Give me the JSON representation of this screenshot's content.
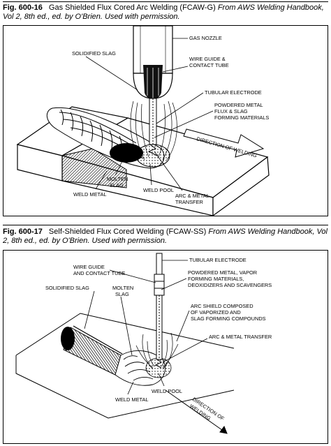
{
  "fig1": {
    "number": "Fig. 600-16",
    "title": "Gas Shielded Flux Cored Arc Welding (FCAW-G)",
    "source": "From AWS Welding Handbook, Vol 2, 8th ed., ed. by O'Brien. Used with permission.",
    "labels": {
      "gas_nozzle": "GAS NOZZLE",
      "wire_guide_1": "WIRE GUIDE &",
      "wire_guide_2": "CONTACT TUBE",
      "solidified_slag": "SOLIDIFIED SLAG",
      "tubular_electrode": "TUBULAR ELECTRODE",
      "powdered_metal_1": "POWDERED METAL",
      "powdered_metal_2": "FLUX & SLAG",
      "powdered_metal_3": "FORMING MATERIALS",
      "direction_of_welding": "DIRECTION OF WELDING",
      "molten_slag_1": "MOLTEN",
      "molten_slag_2": "SLAG",
      "weld_metal": "WELD METAL",
      "weld_pool": "WELD POOL",
      "arc_metal_1": "ARC & METAL",
      "arc_metal_2": "TRANSFER"
    }
  },
  "fig2": {
    "number": "Fig. 600-17",
    "title": "Self-Shielded Flux Cored Welding (FCAW-SS)",
    "source": "From AWS Welding Handbook, Vol 2, 8th ed., ed. by O'Brien. Used with permission.",
    "labels": {
      "tubular_electrode": "TUBULAR ELECTRODE",
      "powdered_metal_1": "POWDERED METAL, VAPOR",
      "powdered_metal_2": "FORMING MATERIALS,",
      "powdered_metal_3": "DEOXIDIZERS AND SCAVENGERS",
      "wire_guide_1": "WIRE GUIDE",
      "wire_guide_2": "AND CONTACT TUBE",
      "solidified_slag": "SOLIDIFIED SLAG",
      "molten_slag_1": "MOLTEN",
      "molten_slag_2": "SLAG",
      "arc_shield_1": "ARC SHIELD COMPOSED",
      "arc_shield_2": "OF VAPORIZED AND",
      "arc_shield_3": "SLAG FORMING COMPOUNDS",
      "arc_metal": "ARC & METAL TRANSFER",
      "weld_pool": "WELD POOL",
      "weld_metal": "WELD METAL",
      "direction_1": "DIRECTION OF",
      "direction_2": "WELDING"
    }
  }
}
